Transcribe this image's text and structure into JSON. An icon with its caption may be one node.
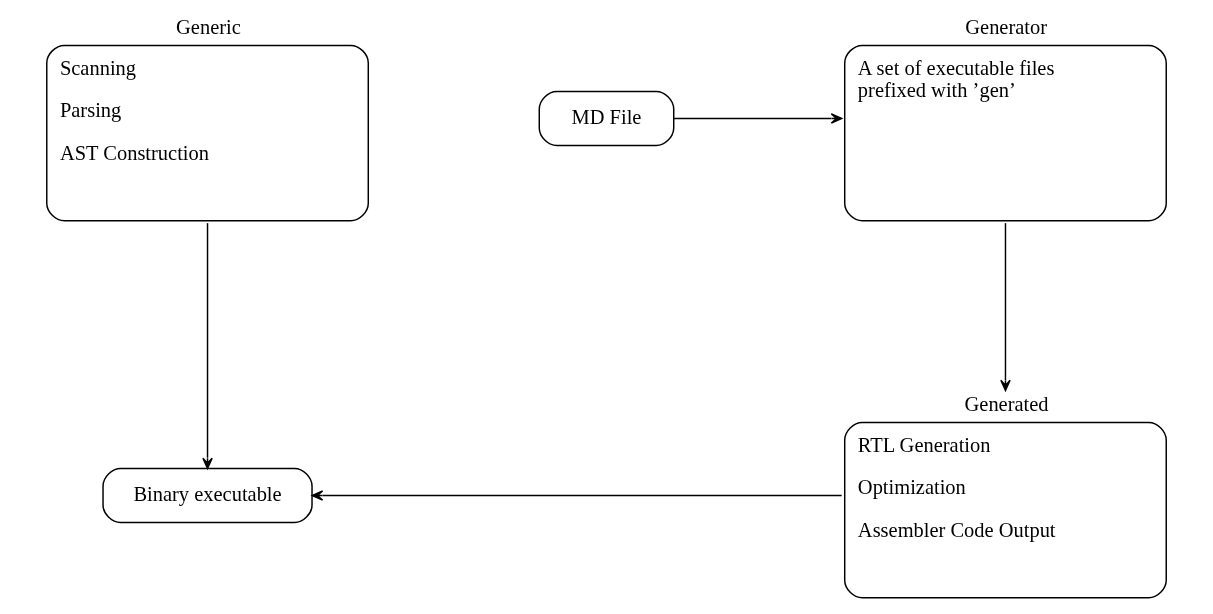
{
  "diagram": {
    "nodes": [
      {
        "text": [
          "Generic",
          "Scanning",
          "Parsing",
          "AST Construction"
        ]
      },
      {
        "text": [
          "Generator",
          "A set of executable files prefixed with ’gen’"
        ]
      },
      {
        "text": [
          "MD File"
        ]
      },
      {
        "text": [
          "Generated",
          "RTL Generation",
          "Optimization",
          "Assembler Code Output"
        ]
      },
      {
        "text": [
          "Binary executable"
        ]
      }
    ],
    "edges": [
      {
        "from": 2,
        "to": 1,
        "arrow": "to"
      },
      {
        "from": 1,
        "to": 3,
        "arrow": "to"
      },
      {
        "from": 0,
        "to": 4,
        "arrow": "to"
      },
      {
        "from": 3,
        "to": 4,
        "arrow": "to"
      }
    ]
  }
}
